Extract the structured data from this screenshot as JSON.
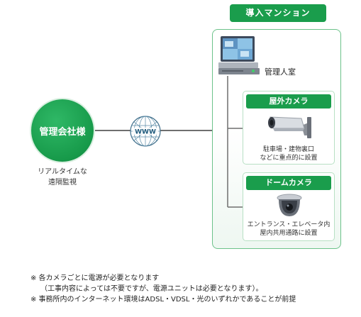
{
  "title": "導入マンション",
  "company": {
    "label": "管理会社様",
    "description_line1": "リアルタイムな",
    "description_line2": "遠隔監視"
  },
  "network": {
    "label": "WWW"
  },
  "management_room": {
    "label": "管理人室"
  },
  "outdoor_camera": {
    "title": "屋外カメラ",
    "desc_line1": "駐車場・建物裏口",
    "desc_line2": "などに重点的に設置"
  },
  "dome_camera": {
    "title": "ドームカメラ",
    "desc_line1": "エントランス・エレベータ内",
    "desc_line2": "屋内共用通路に設置"
  },
  "notes": [
    "※ 各カメラごとに電源が必要となります",
    "（工事内容によっては不要ですが、電源ユニットは必要となります）。",
    "※ 事務所内のインターネット環境はADSL・VDSL・光のいずれかであることが前提"
  ],
  "colors": {
    "accent": "#1a9d4c",
    "panel_border": "#6cc28a",
    "line": "#6f6f6f"
  }
}
